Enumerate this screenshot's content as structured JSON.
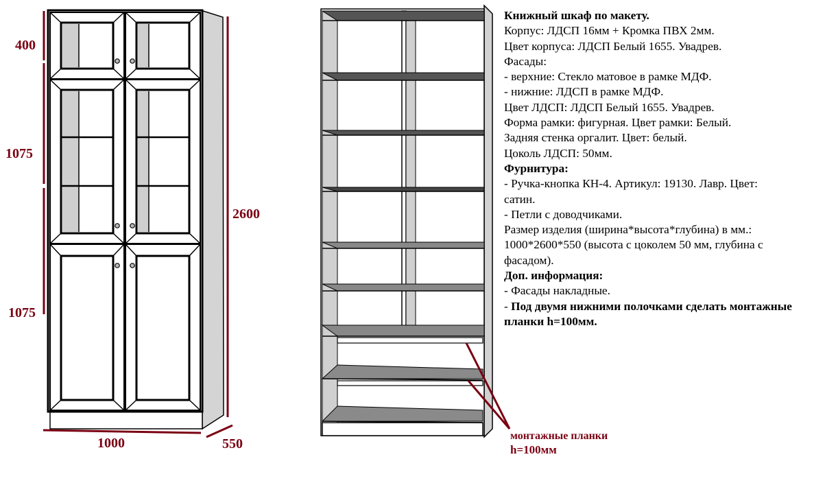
{
  "dimensions": {
    "top_section": "400",
    "middle_section": "1075",
    "lower_section": "1075",
    "total_height": "2600",
    "width": "1000",
    "depth": "550"
  },
  "spec": {
    "title": "Книжный шкаф по макету.",
    "lines": [
      "Корпус: ЛДСП 16мм + Кромка ПВХ 2мм.",
      "Цвет корпуса: ЛДСП Белый 1655. Увадрев.",
      "Фасады:",
      "- верхние: Стекло матовое в рамке МДФ.",
      "- нижние: ЛДСП в рамке МДФ.",
      "Цвет ЛДСП: ЛДСП Белый 1655. Увадрев.",
      "Форма рамки: фигурная. Цвет рамки: Белый.",
      "Задняя стенка оргалит. Цвет: белый.",
      "Цоколь ЛДСП: 50мм."
    ],
    "hardware_heading": "Фурнитура:",
    "hardware": [
      "- Ручка-кнопка КН-4. Артикул: 19130. Лавр. Цвет: сатин.",
      "- Петли с доводчиками."
    ],
    "size_label": "Размер изделия (ширина*высота*глубина) в мм.: 1000*2600*550 (высота с цоколем 50 мм, глубина с фасадом).",
    "extra_heading": "Доп. информация:",
    "extra_1": "- Фасады накладные.",
    "extra_2_prefix": "- ",
    "extra_2_bold": "Под двумя нижними полочками сделать монтажные планки h=100мм."
  },
  "callout": {
    "line1": "монтажные планки",
    "line2": "h=100мм"
  },
  "colors": {
    "dimension": "#7a0012",
    "shelf": "#8a8a8a",
    "side": "#d0d0d0"
  }
}
